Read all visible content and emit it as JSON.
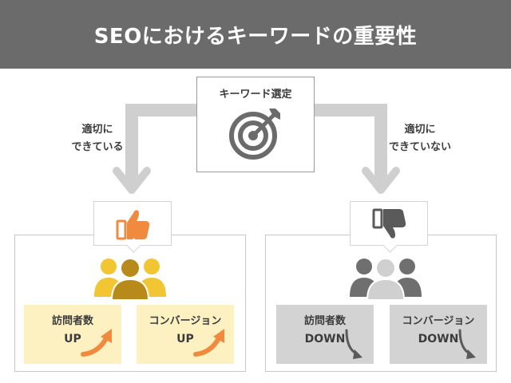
{
  "header": {
    "title": "SEOにおけるキーワードの重要性"
  },
  "keyword_box": {
    "title": "キーワード選定",
    "icon": "target-icon"
  },
  "branches": {
    "left": {
      "label_line1": "適切に",
      "label_line2": "できている",
      "icon": "thumbs-up-icon"
    },
    "right": {
      "label_line1": "適切に",
      "label_line2": "できていない",
      "icon": "thumbs-down-icon"
    }
  },
  "panels": {
    "good": {
      "visitors": {
        "label": "訪問者数",
        "value": "UP"
      },
      "conversion": {
        "label": "コンバージョン",
        "value": "UP"
      }
    },
    "bad": {
      "visitors": {
        "label": "訪問者数",
        "value": "DOWN"
      },
      "conversion": {
        "label": "コンバージョン",
        "value": "DOWN"
      }
    }
  },
  "colors": {
    "header_bg": "#6b6b6b",
    "connector": "#cfcfcf",
    "good_people": "#f2c532",
    "good_people_center": "#b88a1a",
    "thumbs_up": "#f08a3e",
    "up_bg": "#fdf1c2",
    "up_arrow": "#f08a3e",
    "bad_people": "#6f6f6f",
    "bad_people_center": "#d0d0d0",
    "down_bg": "#d3d3d3",
    "down_arrow": "#5a5a5a"
  }
}
